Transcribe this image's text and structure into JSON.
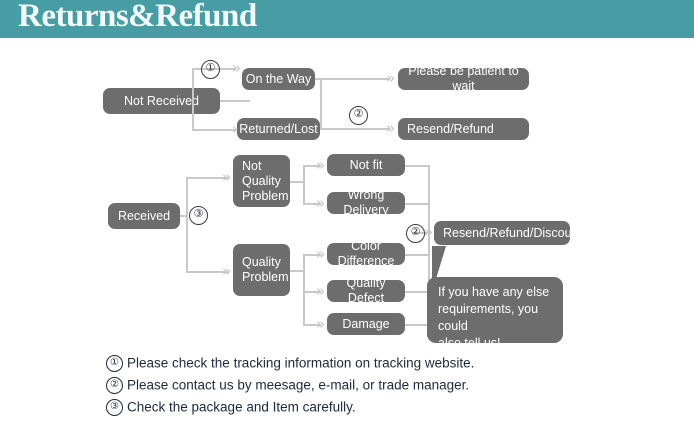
{
  "header": {
    "title": "Returns&Refund",
    "bg_color": "#469da3",
    "text_color": "#f2fafa"
  },
  "palette": {
    "node_bg": "#6d6d6d",
    "node_text": "#ffffff",
    "connector": "#c9c9c9",
    "note_text": "#1c2a3a"
  },
  "flow": {
    "nodes": [
      {
        "id": "not-received",
        "label": "Not Received"
      },
      {
        "id": "on-the-way",
        "label": "On the Way"
      },
      {
        "id": "returned-lost",
        "label": "Returned/Lost"
      },
      {
        "id": "be-patient",
        "label": "Please be patient to wait"
      },
      {
        "id": "resend-refund",
        "label": "Resend/Refund"
      },
      {
        "id": "received",
        "label": "Received"
      },
      {
        "id": "not-quality-problem",
        "label": "Not\nQuality\nProblem"
      },
      {
        "id": "quality-problem",
        "label": "Quality\nProblem"
      },
      {
        "id": "not-fit",
        "label": "Not fit"
      },
      {
        "id": "wrong-delivery",
        "label": "Wrong Delivery"
      },
      {
        "id": "color-difference",
        "label": "Color Difference"
      },
      {
        "id": "quality-defect",
        "label": "Quality Defect"
      },
      {
        "id": "damage",
        "label": "Damage"
      },
      {
        "id": "resend-refund-discount",
        "label": "Resend/Refund/Discount"
      }
    ],
    "markers": [
      {
        "id": "marker-1-branch",
        "label": "①"
      },
      {
        "id": "marker-2-top",
        "label": "②"
      },
      {
        "id": "marker-3-received",
        "label": "③"
      },
      {
        "id": "marker-2-bottom",
        "label": "②"
      }
    ],
    "bubble": {
      "text": "If you have any else\nrequirements, you could\nalso tell us!"
    },
    "arrow_glyph": "»"
  },
  "notes": [
    {
      "mark": "①",
      "text": "Please check the tracking information on tracking website."
    },
    {
      "mark": "②",
      "text": "Please contact us by meesage, e-mail, or trade manager."
    },
    {
      "mark": "③",
      "text": "Check the package and Item carefully."
    }
  ]
}
